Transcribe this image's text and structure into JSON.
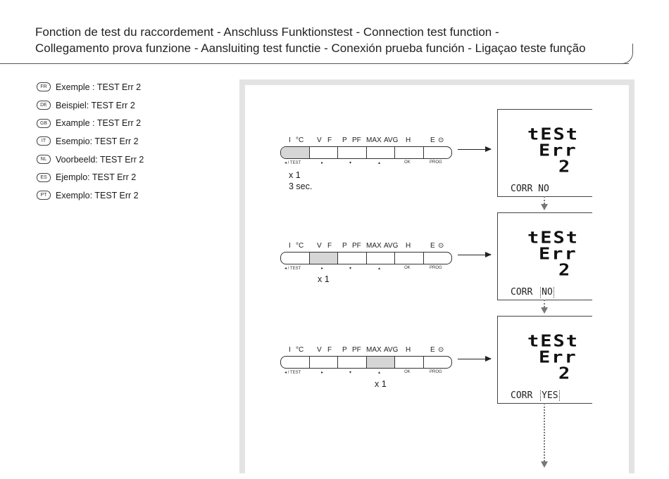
{
  "header": {
    "title_line1": "Fonction de test du raccordement - Anschluss Funktionstest - Connection test function -",
    "title_line2": "Collegamento prova funzione - Aansluiting test functie - Conexión prueba función - Ligaçao teste função"
  },
  "languages": [
    {
      "code": "FR",
      "text": "Exemple : TEST Err 2"
    },
    {
      "code": "DE",
      "text": "Beispiel: TEST Err 2"
    },
    {
      "code": "GB",
      "text": "Example : TEST Err 2"
    },
    {
      "code": "IT",
      "text": "Esempio: TEST Err 2"
    },
    {
      "code": "NL",
      "text": "Voorbeeld: TEST Err 2"
    },
    {
      "code": "ES",
      "text": "Ejemplo: TEST Err 2"
    },
    {
      "code": "PT",
      "text": "Exemplo: TEST Err 2"
    }
  ],
  "keypad": {
    "top": [
      "I",
      "°C",
      "V",
      "F",
      "P",
      "PF",
      "MAX",
      "AVG",
      "H",
      "E",
      "⊙"
    ],
    "bottom": [
      "◂ / TEST",
      "▸",
      "▾",
      "▴",
      "OK",
      "PROG"
    ]
  },
  "steps": [
    {
      "active_key": 0,
      "press": "x 1",
      "duration": "3 sec.",
      "lcd": {
        "line1": "tESt",
        "line2": "Err",
        "line3": "2",
        "corr_label": "CORR",
        "corr_value": "NO",
        "blink": false
      }
    },
    {
      "active_key": 1,
      "press": "x 1",
      "duration": "",
      "lcd": {
        "line1": "tESt",
        "line2": "Err",
        "line3": "2",
        "corr_label": "CORR",
        "corr_value": "NO",
        "blink": true
      }
    },
    {
      "active_key": 3,
      "press": "x 1",
      "duration": "",
      "lcd": {
        "line1": "tESt",
        "line2": "Err",
        "line3": "2",
        "corr_label": "CORR",
        "corr_value": "YES",
        "blink": true
      }
    }
  ]
}
